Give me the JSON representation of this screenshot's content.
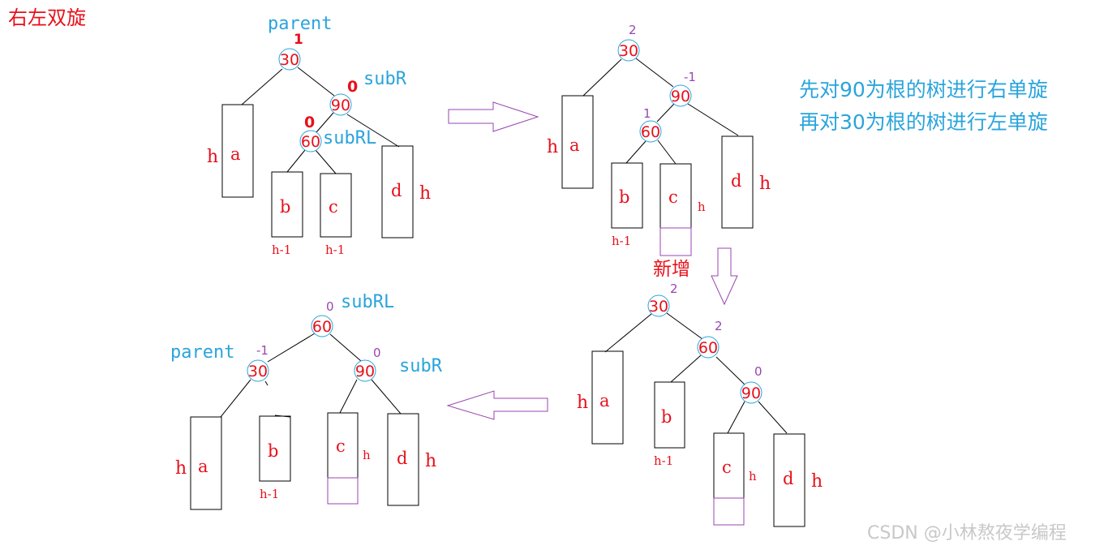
{
  "title": "右左双旋",
  "note_line1": "先对90为根的树进行右单旋",
  "note_line2": "再对30为根的树进行左单旋",
  "new_label": "新增",
  "watermark": "CSDN @小林熬夜学编程",
  "labels": {
    "parent": "parent",
    "subR": "subR",
    "subRL": "subRL",
    "a": "a",
    "b": "b",
    "c": "c",
    "d": "d",
    "h": "h",
    "h_minus_1": "h-1"
  },
  "trees": {
    "t1": {
      "n30": {
        "key": "30",
        "bf": "1"
      },
      "n90": {
        "key": "90",
        "bf": "0"
      },
      "n60": {
        "key": "60",
        "bf": "0"
      }
    },
    "t2": {
      "n30": {
        "key": "30",
        "bf": "2"
      },
      "n90": {
        "key": "90",
        "bf": "-1"
      },
      "n60": {
        "key": "60",
        "bf": "1"
      }
    },
    "t3": {
      "n30": {
        "key": "30",
        "bf": "2"
      },
      "n60": {
        "key": "60",
        "bf": "2"
      },
      "n90": {
        "key": "90",
        "bf": "0"
      }
    },
    "t4": {
      "n60": {
        "key": "60",
        "bf": "0"
      },
      "n30": {
        "key": "30",
        "bf": "-1"
      },
      "n90": {
        "key": "90",
        "bf": "0"
      }
    }
  },
  "colors": {
    "red": "#e8101a",
    "blue": "#2aa4dc",
    "purple": "#9a45b0",
    "node_circle": "#2aa4dc",
    "line": "#000000",
    "watermark": "#c8c8c8"
  }
}
